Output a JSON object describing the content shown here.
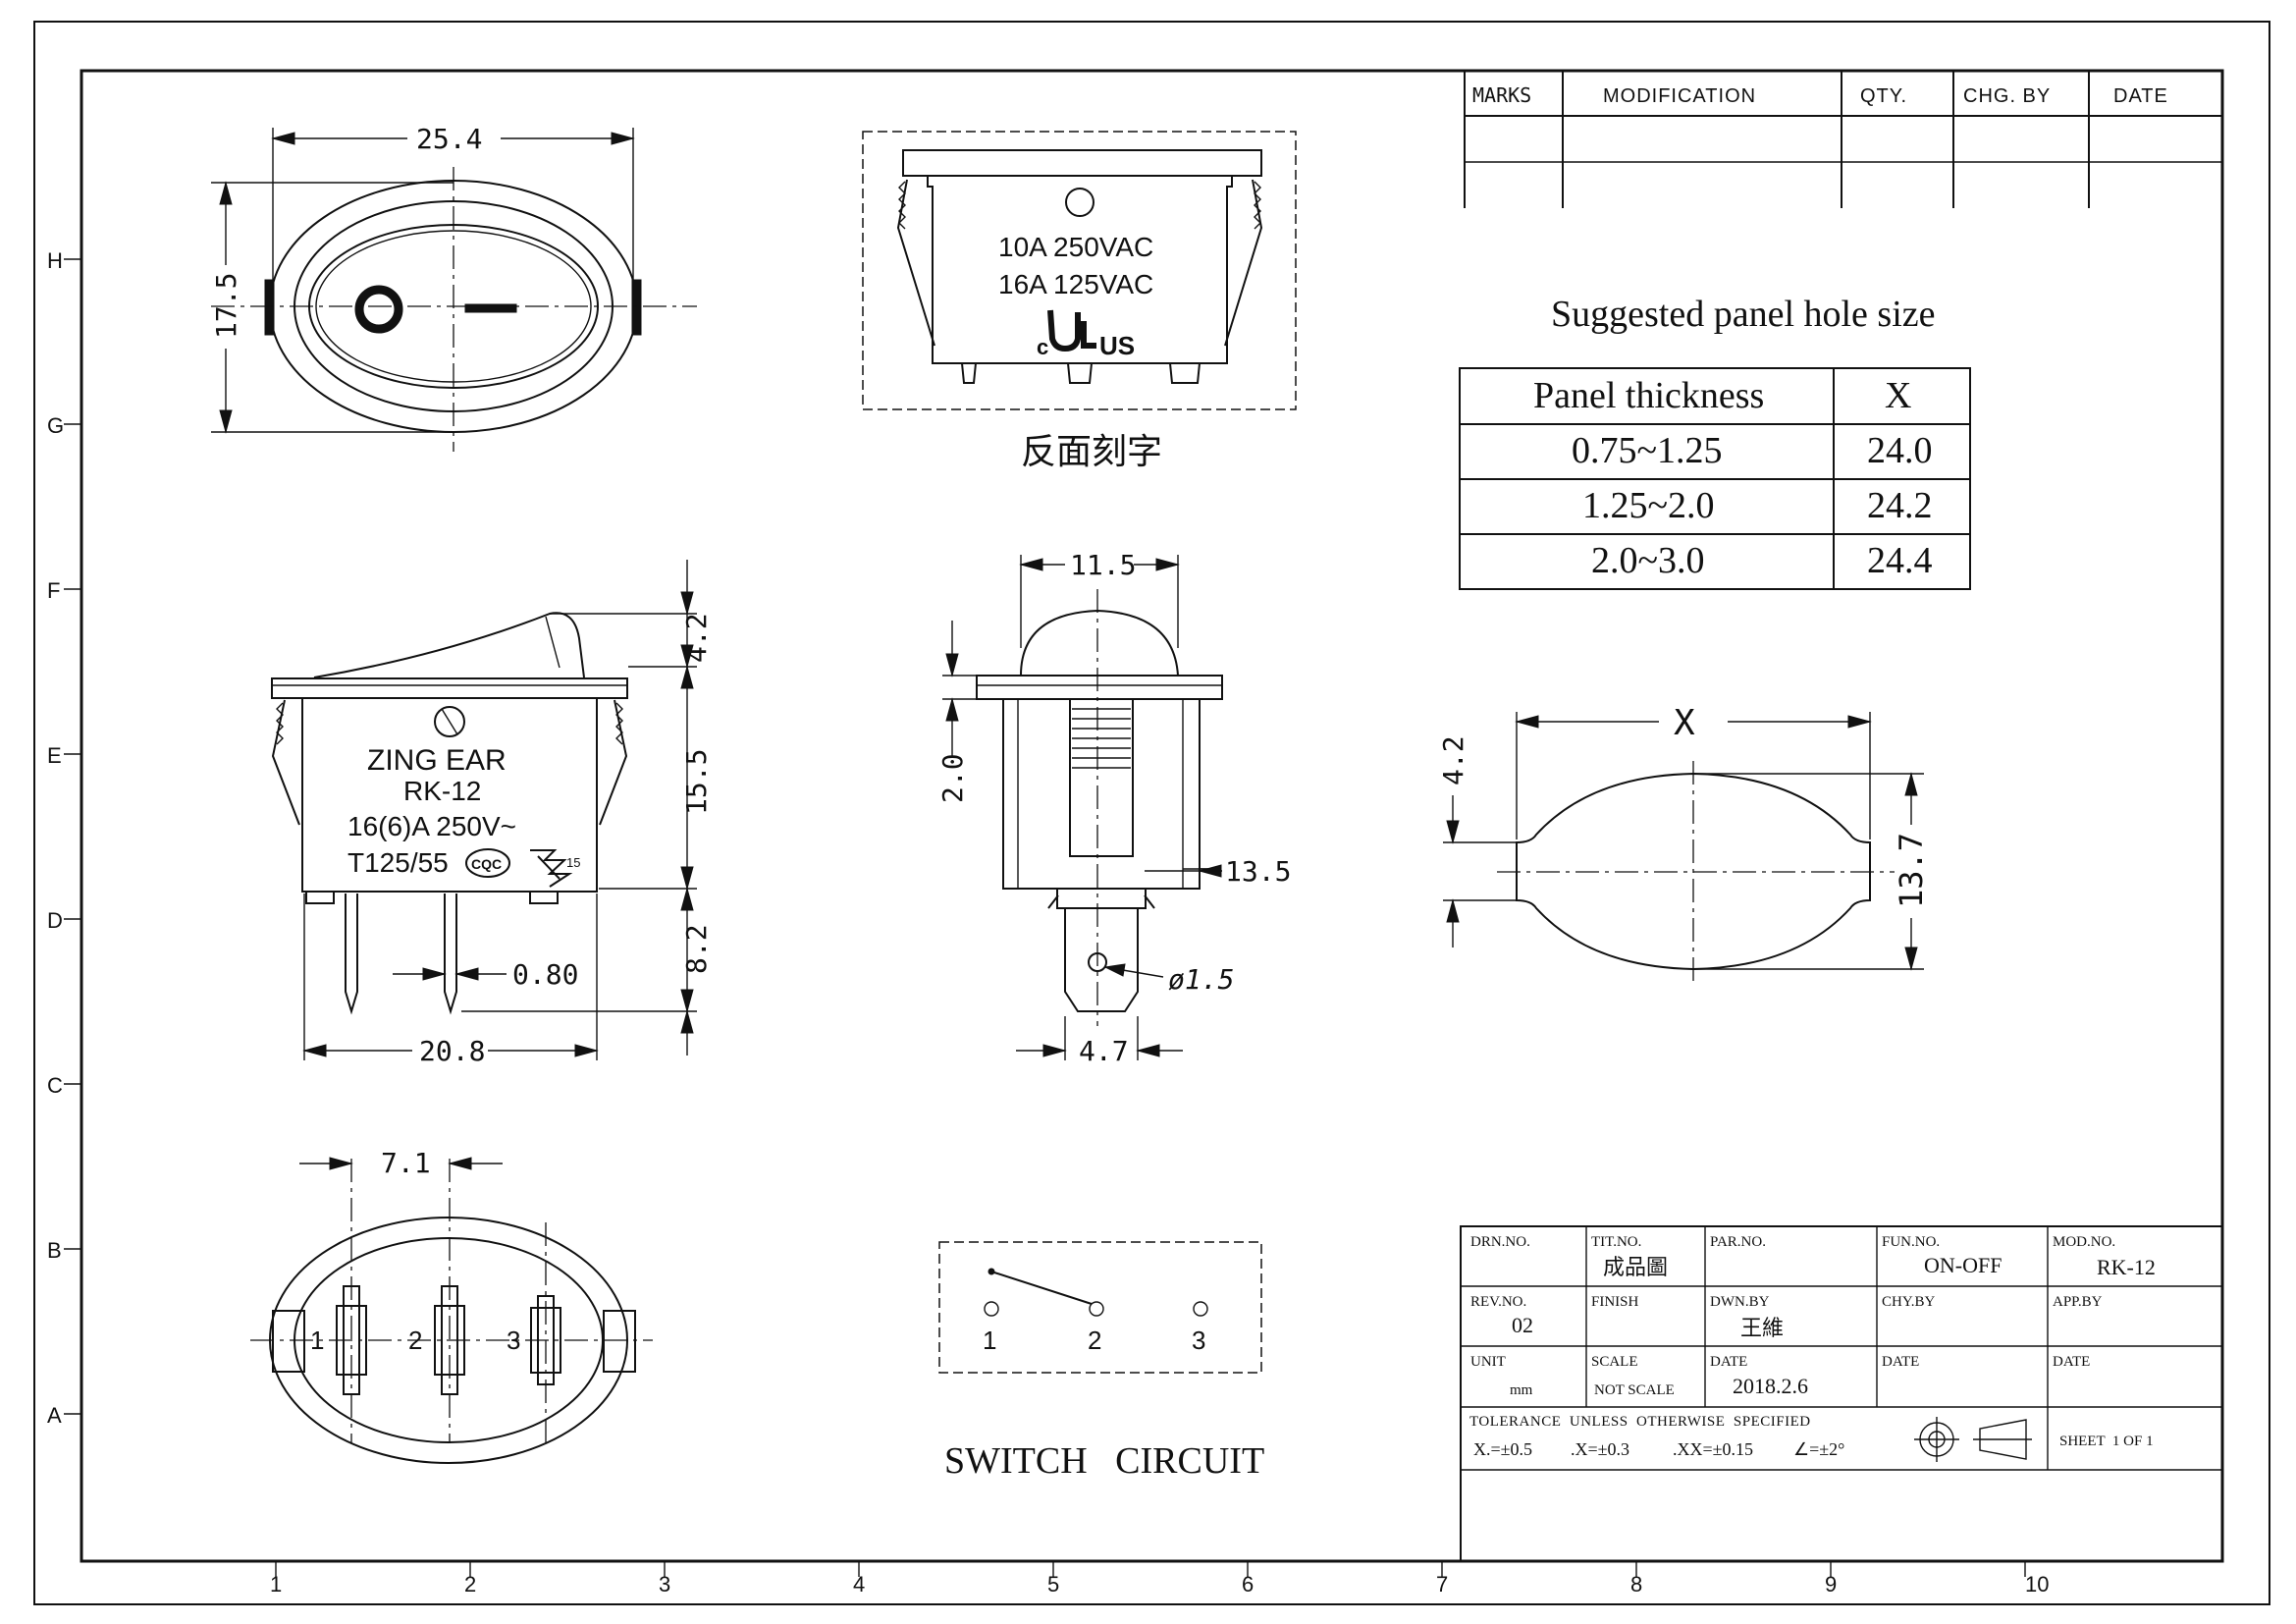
{
  "border": {
    "row_letters": [
      "H",
      "G",
      "F",
      "E",
      "D",
      "C",
      "B",
      "A"
    ],
    "col_numbers": [
      "1",
      "2",
      "3",
      "4",
      "5",
      "6",
      "7",
      "8",
      "9",
      "10"
    ]
  },
  "revision_table": {
    "headers": [
      "MARKS",
      "MODIFICATION",
      "QTY.",
      "CHG. BY",
      "DATE"
    ]
  },
  "top_view": {
    "width_dim": "25.4",
    "height_dim": "17.5"
  },
  "back_view": {
    "line1": "10A 250VAC",
    "line2": "16A 125VAC",
    "ul_c": "c",
    "ul_us": "US",
    "caption": "反面刻字"
  },
  "front_view": {
    "brand": "ZING  EAR",
    "model": "RK-12",
    "rating": "16(6)A 250V~",
    "temp": "T125/55",
    "cqc": "CQC",
    "mark15": "15",
    "dim_top": "4.2",
    "dim_body": "15.5",
    "dim_pin": "8.2",
    "dim_pin_w": "0.80",
    "dim_width": "20.8"
  },
  "side_view": {
    "dim_top": "11.5",
    "dim_flange": "2.0",
    "dim_depth": "13.5",
    "dim_hole": "ø1.5",
    "dim_pin": "4.7"
  },
  "panel_table": {
    "title": "Suggested panel hole size",
    "headers": [
      "Panel thickness",
      "X"
    ],
    "rows": [
      [
        "0.75~1.25",
        "24.0"
      ],
      [
        "1.25~2.0",
        "24.2"
      ],
      [
        "2.0~3.0",
        "24.4"
      ]
    ]
  },
  "panel_hole": {
    "dim_x": "X",
    "dim_h": "13.7",
    "dim_flat": "4.2"
  },
  "bottom_view": {
    "dim_pitch": "7.1",
    "pins": [
      "1",
      "2",
      "3"
    ]
  },
  "circuit": {
    "title": "SWITCH   CIRCUIT",
    "pins": [
      "1",
      "2",
      "3"
    ]
  },
  "title_block": {
    "drn_label": "DRN.NO.",
    "drn_value": "",
    "tit_label": "TIT.NO.",
    "tit_value": "成品圖",
    "par_label": "PAR.NO.",
    "par_value": "",
    "fun_label": "FUN.NO.",
    "fun_value": "ON-OFF",
    "mod_label": "MOD.NO.",
    "mod_value": "RK-12",
    "rev_label": "REV.NO.",
    "rev_value": "02",
    "finish_label": "FINISH",
    "finish_value": "",
    "dwn_label": "DWN.BY",
    "dwn_value": "王維",
    "chy_label": "CHY.BY",
    "chy_value": "",
    "app_label": "APP.BY",
    "app_value": "",
    "unit_label": "UNIT",
    "unit_value": "mm",
    "scale_label": "SCALE",
    "scale_value": "NOT SCALE",
    "date1_label": "DATE",
    "date1_value": "2018.2.6",
    "date2_label": "DATE",
    "date2_value": "",
    "date3_label": "DATE",
    "date3_value": "",
    "tolerance_title": "TOLERANCE  UNLESS  OTHERWISE  SPECIFIED",
    "tol1": "X.=±0.5",
    "tol2": ".X=±0.3",
    "tol3": ".XX=±0.15",
    "tol4": "∠=±2°",
    "sheet": "SHEET  1 OF 1"
  }
}
